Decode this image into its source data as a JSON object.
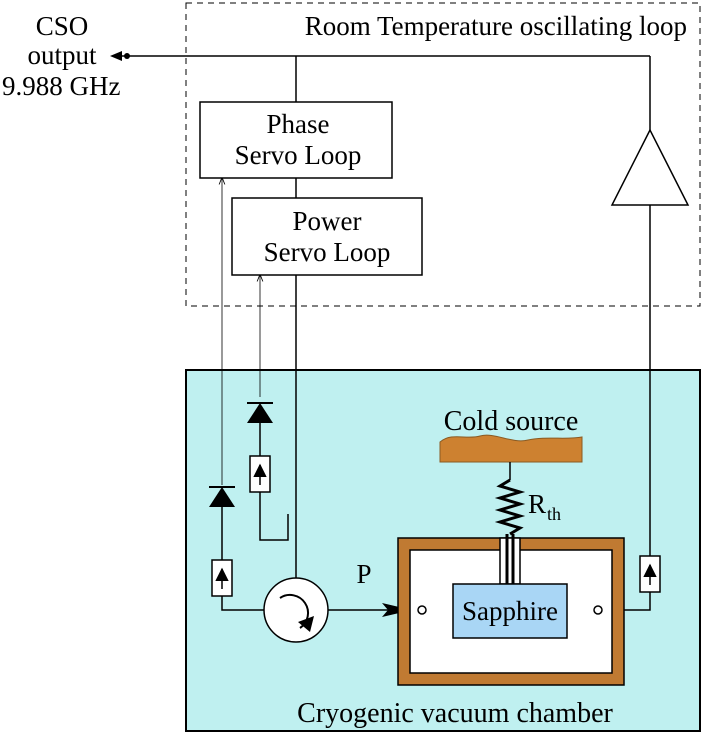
{
  "title": "Room Temperature oscillating loop",
  "output": {
    "line1": "CSO",
    "line2": "output",
    "line3": "9.988 GHz"
  },
  "blocks": {
    "phase_servo": {
      "line1": "Phase",
      "line2": "Servo Loop"
    },
    "power_servo": {
      "line1": "Power",
      "line2": "Servo Loop"
    }
  },
  "chamber": {
    "label": "Cryogenic vacuum chamber",
    "color": "#bff0f0"
  },
  "cold_source": {
    "label": "Cold source",
    "color": "#cd8130"
  },
  "thermal_resistance": {
    "symbol": "R",
    "subscript": "th"
  },
  "resonator": {
    "label": "Sapphire",
    "color": "#a9d6f5",
    "cavity_color": "#c07a32"
  },
  "signal_label": "P"
}
